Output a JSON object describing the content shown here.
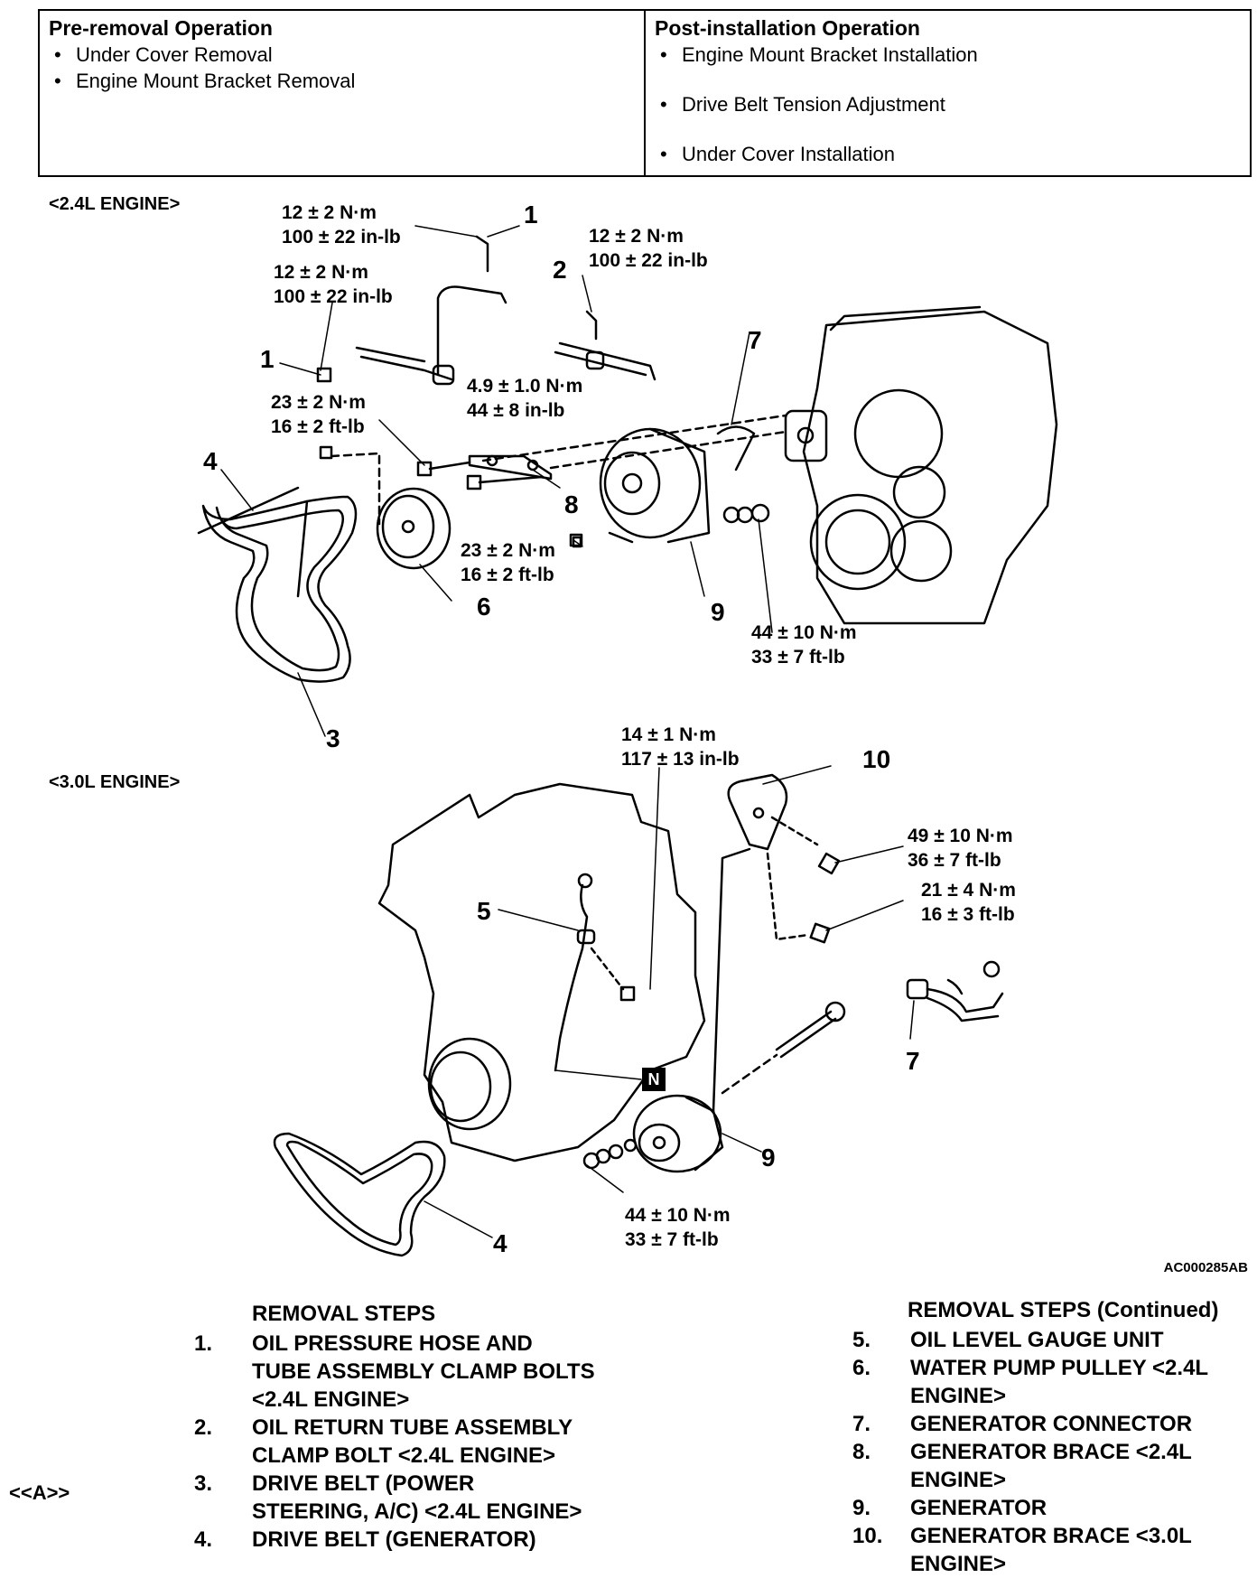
{
  "operations": {
    "pre": {
      "heading": "Pre-removal Operation",
      "items": [
        "Under Cover Removal",
        "Engine Mount Bracket Removal"
      ]
    },
    "post": {
      "heading": "Post-installation Operation",
      "items": [
        "Engine Mount Bracket Installation",
        "Drive Belt Tension Adjustment",
        "Under Cover Installation"
      ]
    }
  },
  "figure": {
    "engine_24": "<2.4L ENGINE>",
    "engine_30": "<3.0L ENGINE>",
    "code": "AC000285AB",
    "torques": {
      "t1a_nm": "12 ± 2 N·m",
      "t1a_in": "100 ± 22 in-lb",
      "t1b_nm": "12 ± 2 N·m",
      "t1b_in": "100 ± 22 in-lb",
      "t2_nm": "12 ± 2 N·m",
      "t2_in": "100 ± 22 in-lb",
      "t8_nm": "4.9 ± 1.0 N·m",
      "t8_in": "44 ± 8 in-lb",
      "t8b_nm": "23 ± 2 N·m",
      "t8b_ft": "16 ± 2 ft-lb",
      "t6_nm": "23 ± 2 N·m",
      "t6_ft": "16 ± 2 ft-lb",
      "t9a_nm": "44 ± 10 N·m",
      "t9a_ft": "33 ± 7 ft-lb",
      "t5_nm": "14 ± 1 N·m",
      "t5_in": "117 ± 13 in-lb",
      "t10a_nm": "49 ± 10 N·m",
      "t10a_ft": "36 ± 7 ft-lb",
      "t10b_nm": "21 ± 4 N·m",
      "t10b_ft": "16 ± 3 ft-lb",
      "t9b_nm": "44 ± 10 N·m",
      "t9b_ft": "33 ± 7 ft-lb"
    },
    "callouts": {
      "c1a": "1",
      "c1b": "1",
      "c2": "2",
      "c3": "3",
      "c4a": "4",
      "c6": "6",
      "c7a": "7",
      "c8": "8",
      "c9a": "9",
      "c10": "10",
      "c5": "5",
      "c7b": "7",
      "c9b": "9",
      "c4b": "4"
    },
    "n_mark": "N"
  },
  "removal": {
    "title": "REMOVAL STEPS",
    "title_cont": "REMOVAL STEPS (Continued)",
    "marker": "<<A>>",
    "left": [
      {
        "num": "1.",
        "text": "OIL PRESSURE HOSE AND\nTUBE ASSEMBLY CLAMP BOLTS\n<2.4L ENGINE>"
      },
      {
        "num": "2.",
        "text": "OIL RETURN TUBE ASSEMBLY\nCLAMP BOLT <2.4L ENGINE>"
      },
      {
        "num": "3.",
        "text": "DRIVE BELT (POWER\nSTEERING, A/C) <2.4L ENGINE>"
      },
      {
        "num": "4.",
        "text": "DRIVE BELT (GENERATOR)"
      }
    ],
    "right": [
      {
        "num": "5.",
        "text": "OIL LEVEL GAUGE UNIT"
      },
      {
        "num": "6.",
        "text": "WATER PUMP PULLEY <2.4L\nENGINE>"
      },
      {
        "num": "7.",
        "text": "GENERATOR CONNECTOR"
      },
      {
        "num": "8.",
        "text": "GENERATOR BRACE <2.4L\nENGINE>"
      },
      {
        "num": "9.",
        "text": "GENERATOR"
      },
      {
        "num": "10.",
        "text": "GENERATOR BRACE <3.0L\nENGINE>"
      }
    ]
  }
}
